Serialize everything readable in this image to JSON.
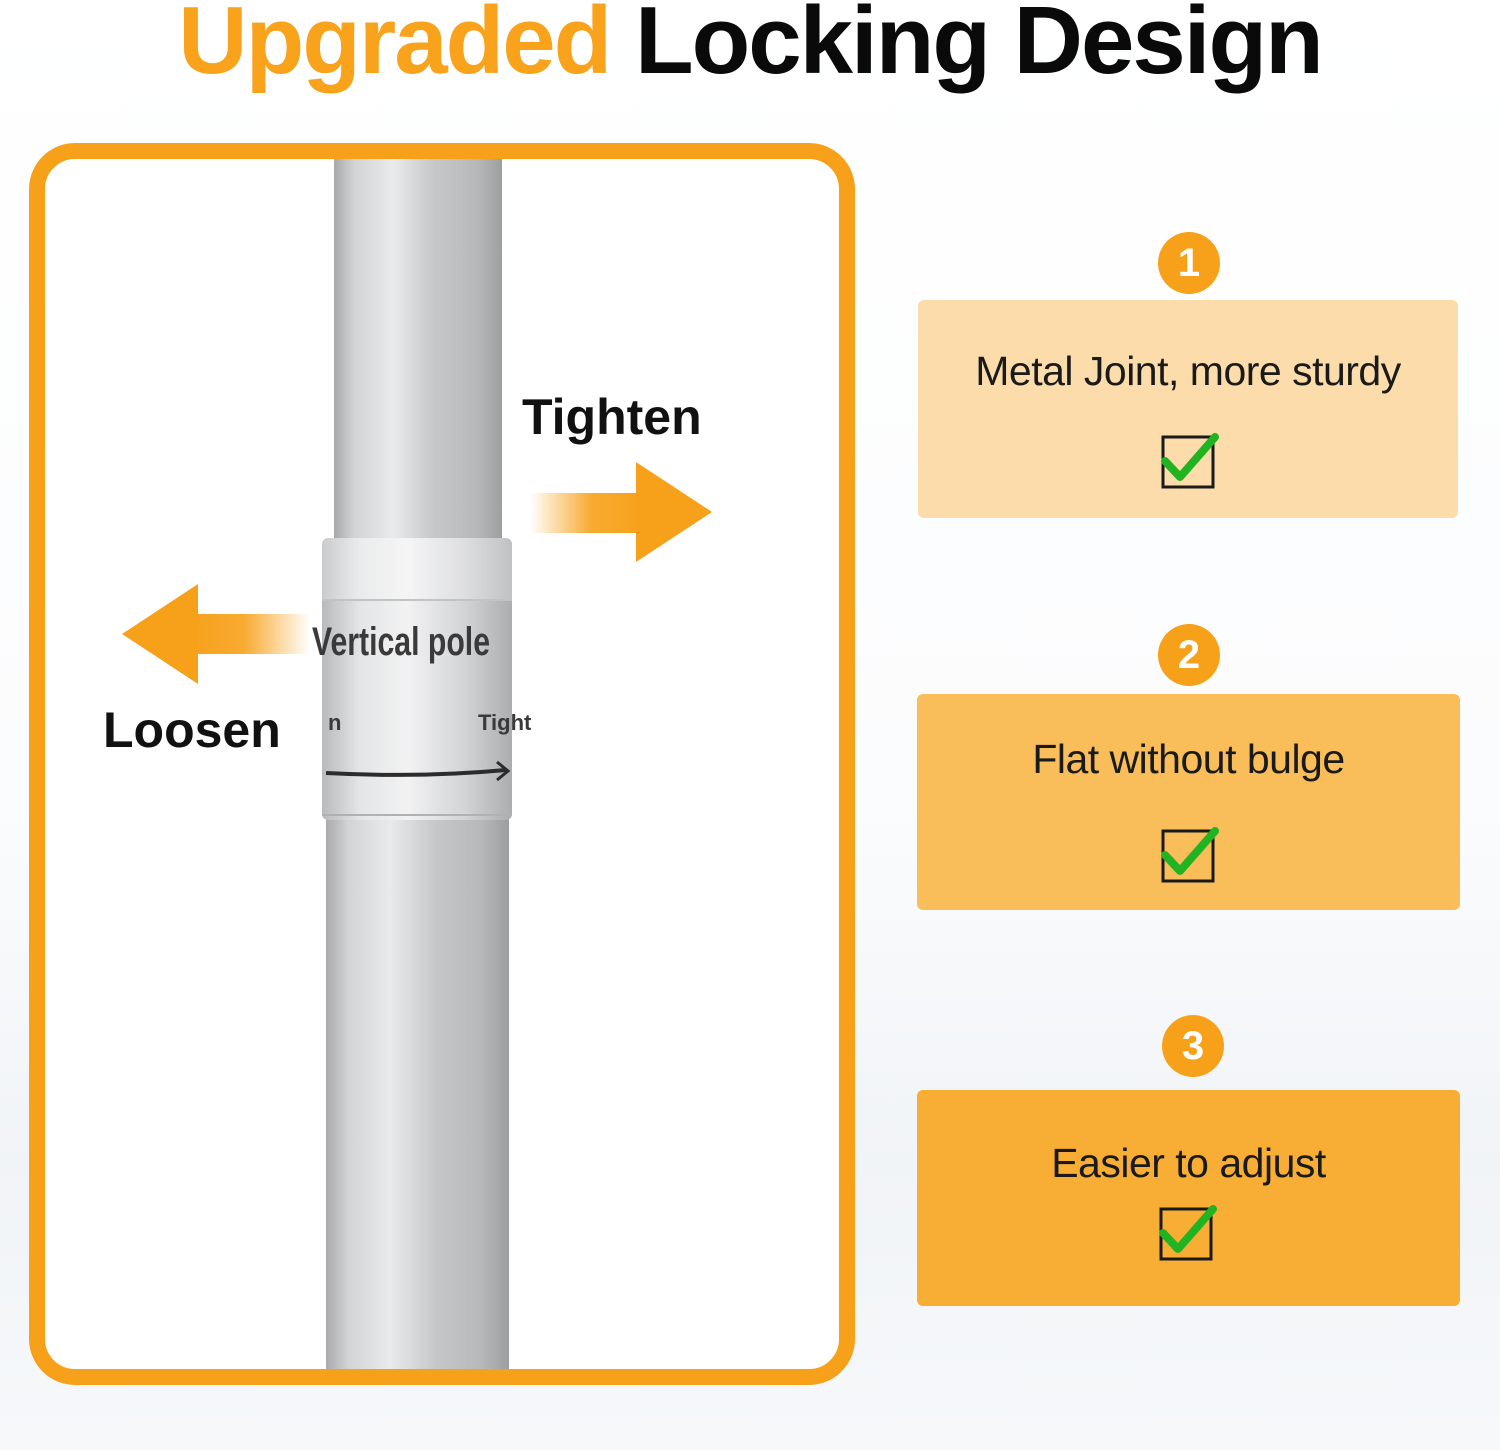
{
  "heading": {
    "accent": "Upgraded",
    "rest": "Locking Design"
  },
  "photo": {
    "pole_text": "Vertical pole",
    "pole_small_right": "Tight",
    "pole_small_left": "n",
    "tighten": "Tighten",
    "loosen": "Loosen"
  },
  "features": [
    {
      "number": "1",
      "text": "Metal Joint, more sturdy",
      "check_icon": "green-checkmark-box"
    },
    {
      "number": "2",
      "text": "Flat without bulge",
      "check_icon": "green-checkmark-box"
    },
    {
      "number": "3",
      "text": "Easier to adjust",
      "check_icon": "green-checkmark-box"
    }
  ],
  "colors": {
    "accent": "#f7a11a",
    "card_1": "#fbdcaa",
    "card_2": "#f9bd5a",
    "card_3": "#f8ae35",
    "check": "#22b322"
  }
}
